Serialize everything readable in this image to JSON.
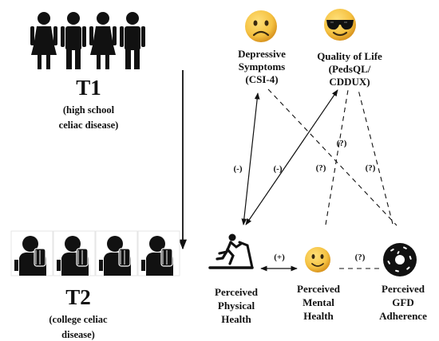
{
  "t1": {
    "title": "T1",
    "caption_lines": [
      "(high school",
      "celiac disease)"
    ]
  },
  "t2": {
    "title": "T2",
    "caption_lines": [
      "(college celiac",
      "disease)"
    ]
  },
  "outcomes": {
    "depressive": {
      "lines": [
        "Depressive",
        "Symptoms",
        "(CSI-4)"
      ],
      "icon": "sad-face-icon"
    },
    "quality": {
      "lines": [
        "Quality of Life",
        "(PedsQL/",
        "CDDUX)"
      ],
      "icon": "sunglasses-face-icon"
    }
  },
  "predictors": {
    "physical": {
      "lines": [
        "Perceived",
        "Physical",
        "Health"
      ],
      "icon": "treadmill-runner-icon"
    },
    "mental": {
      "lines": [
        "Perceived",
        "Mental",
        "Health"
      ],
      "icon": "smiling-face-icon"
    },
    "gfd": {
      "lines": [
        "Perceived",
        "GFD",
        "Adherence"
      ],
      "icon": "donut-icon"
    }
  },
  "relations": {
    "phys_dep": "(-)",
    "phys_qol": "(-)",
    "mental_dep": "(?)",
    "gfd_qol": "(?)",
    "gfd_dep": "(?)",
    "phys_mental": "(+)",
    "mental_gfd": "(?)"
  },
  "colors": {
    "ink": "#111111",
    "face_yellow": "#f5c242",
    "face_shadow": "#d9951f"
  }
}
